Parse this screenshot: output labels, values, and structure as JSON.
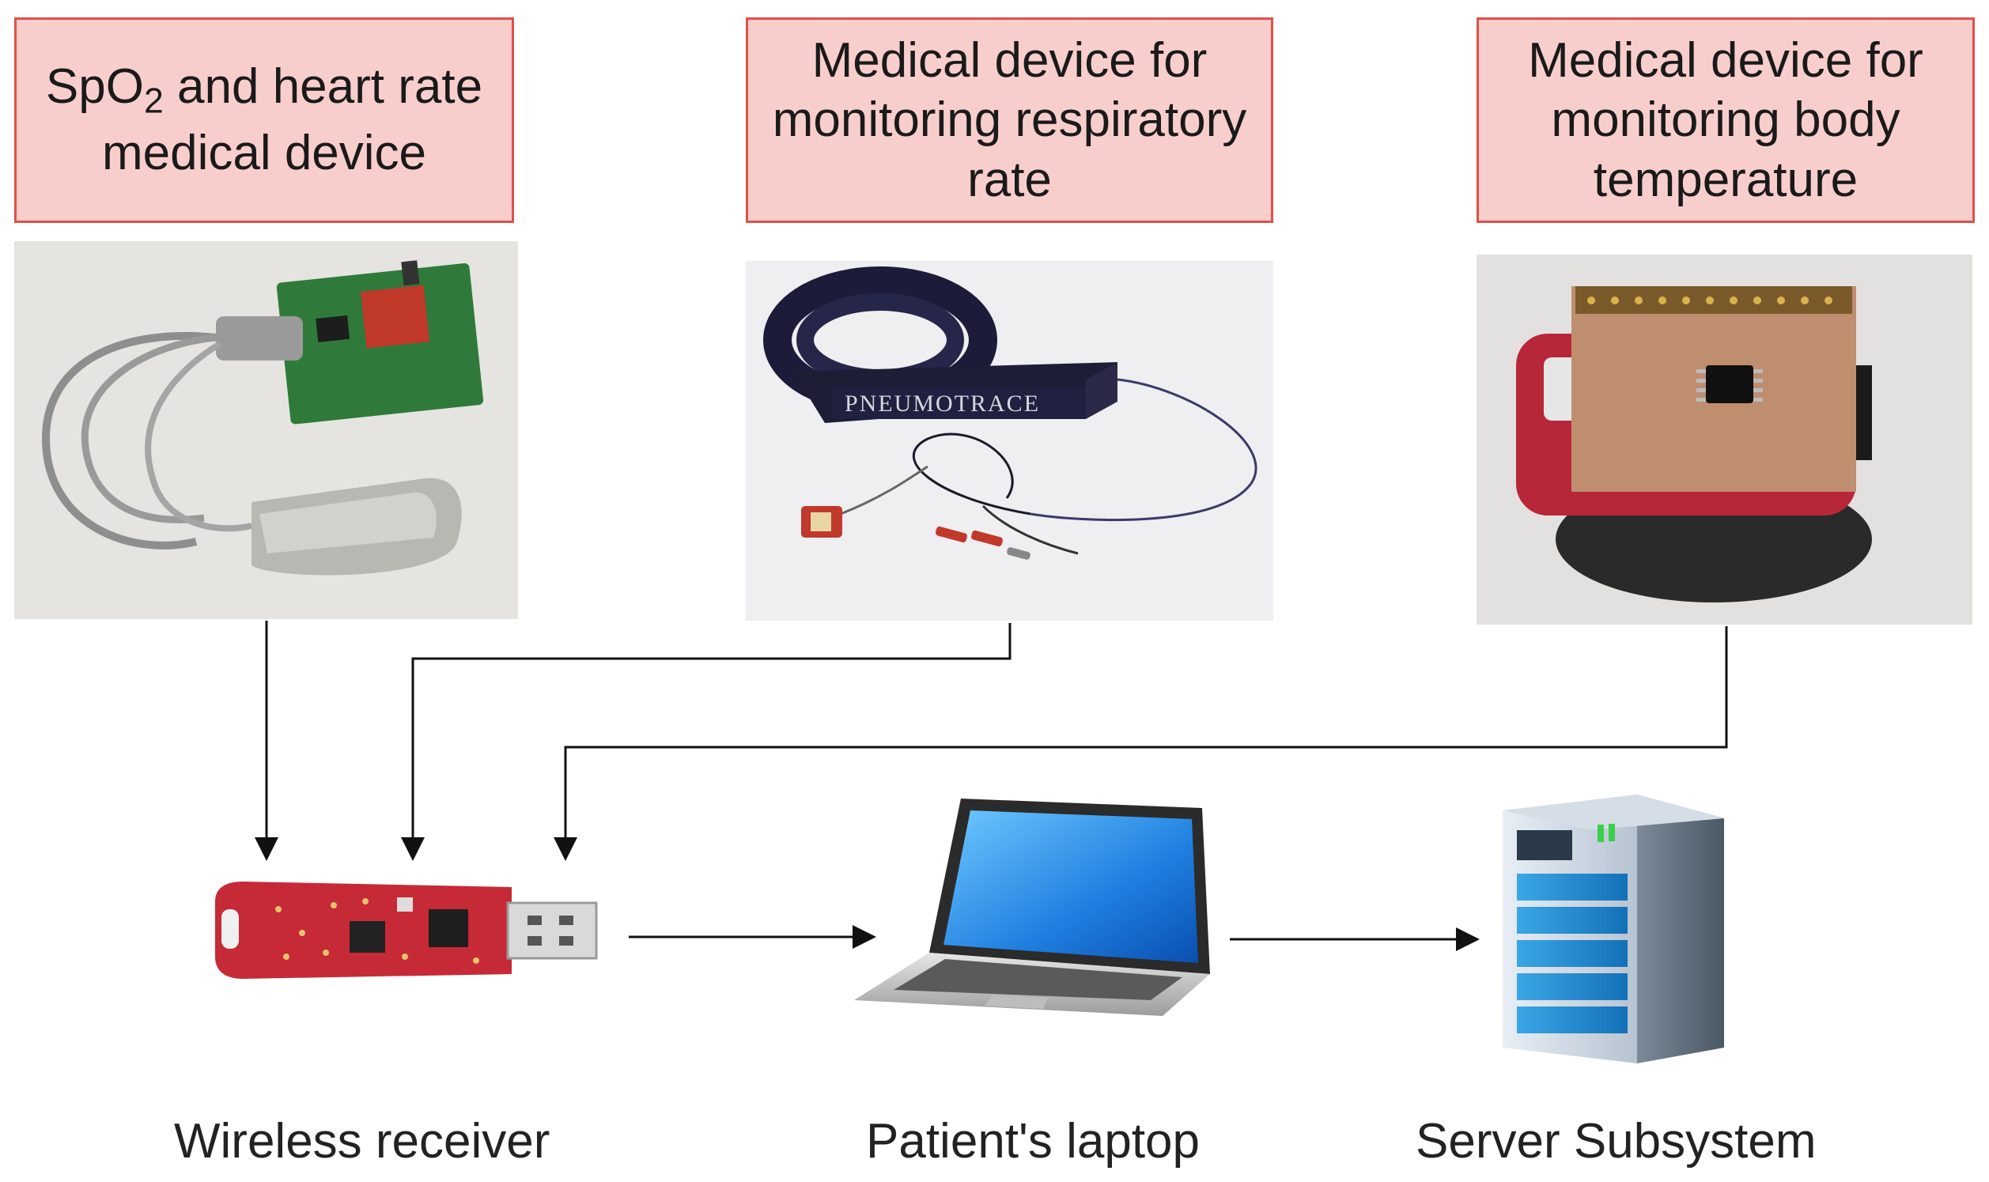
{
  "device_labels": {
    "spo2": {
      "prefix": "SpO",
      "subscript": "2",
      "suffix": " and heart rate",
      "line2": "medical device"
    },
    "respiratory": {
      "line1": "Medical device for",
      "line2": "monitoring respiratory",
      "line3": "rate"
    },
    "temperature": {
      "line1": "Medical device for",
      "line2": "monitoring body",
      "line3": "temperature"
    }
  },
  "strap_text": "PNEUMOTRACE",
  "captions": {
    "receiver": "Wireless receiver",
    "laptop": "Patient's laptop",
    "server": "Server Subsystem"
  },
  "colors": {
    "label_fill": "#f8cecc",
    "label_border": "#e0504a",
    "arrow": "#111111"
  }
}
